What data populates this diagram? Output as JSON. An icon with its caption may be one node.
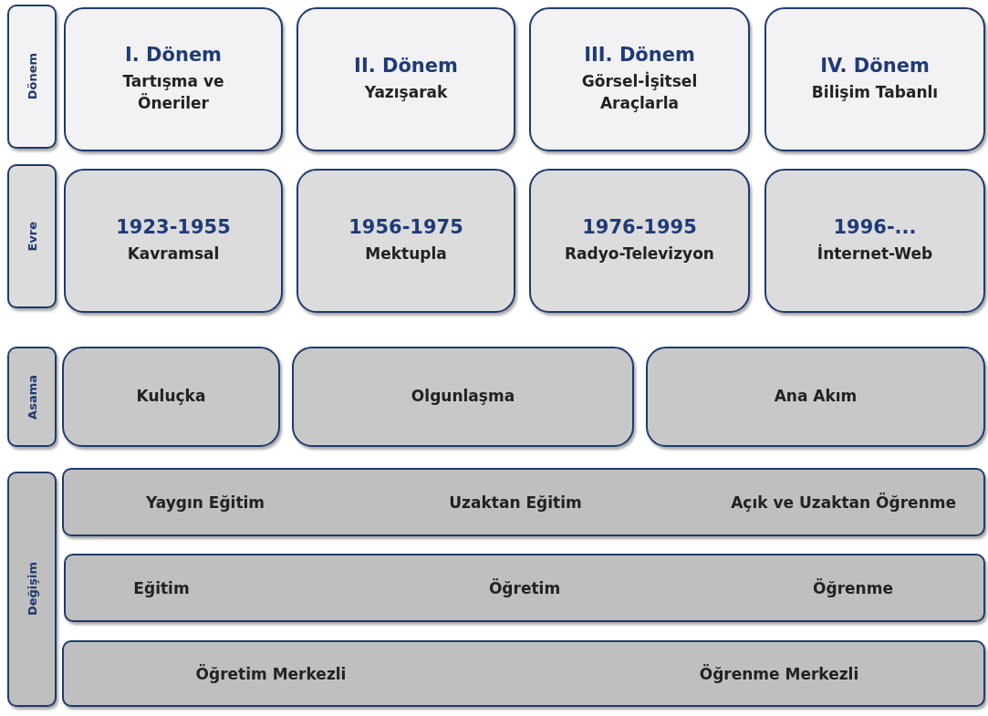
{
  "diagram": {
    "nodes": [
      {
        "text": [
          "Dönem"
        ]
      },
      {
        "text": [
          "I. Dönem",
          "Tartışma ve Öneriler"
        ]
      },
      {
        "text": [
          "II. Dönem",
          "Yazışarak"
        ]
      },
      {
        "text": [
          "III. Dönem",
          "Görsel-İşitsel Araçlarla"
        ]
      },
      {
        "text": [
          "IV. Dönem",
          "Bilişim Tabanlı"
        ]
      },
      {
        "text": [
          "Evre"
        ]
      },
      {
        "text": [
          "1923-1955",
          "Kavramsal"
        ]
      },
      {
        "text": [
          "1956-1975",
          "Mektupla"
        ]
      },
      {
        "text": [
          "1976-1995",
          "Radyo-Televizyon"
        ]
      },
      {
        "text": [
          "1996-...",
          "İnternet-Web"
        ]
      },
      {
        "text": [
          "Asama"
        ]
      },
      {
        "text": [
          "Kuluçka"
        ]
      },
      {
        "text": [
          "Olgunlaşma"
        ]
      },
      {
        "text": [
          "Ana Akım"
        ]
      },
      {
        "text": [
          "Değişim"
        ]
      },
      {
        "text": [
          "Yaygın Eğitim",
          "Uzaktan Eğitim",
          "Açık ve Uzaktan Öğrenme"
        ]
      },
      {
        "text": [
          "Eğitim",
          "Öğretim",
          "Öğrenme"
        ]
      },
      {
        "text": [
          "Öğretim Merkezli",
          "Öğrenme Merkezli"
        ]
      }
    ]
  }
}
